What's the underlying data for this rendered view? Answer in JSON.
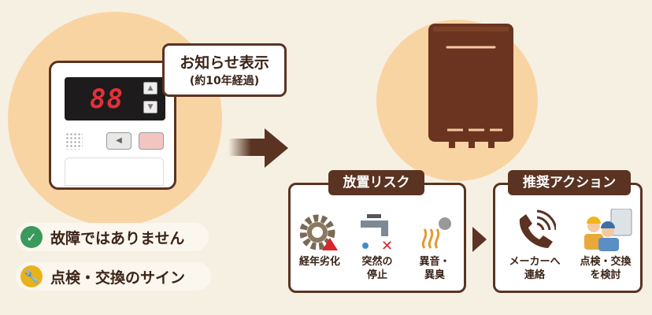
{
  "remote": {
    "display": "88",
    "bubble_title": "お知らせ表示",
    "bubble_sub": "(約10年経過)"
  },
  "status": [
    {
      "icon": "check-icon",
      "label": "故障ではありません",
      "color": "#3a9a5c"
    },
    {
      "icon": "wrench-icon",
      "label": "点検・交換のサイン",
      "color": "#e9b21c"
    }
  ],
  "risk": {
    "title": "放置リスク",
    "items": [
      {
        "icon": "gear-warning-icon",
        "label": "経年劣化"
      },
      {
        "icon": "faucet-icon",
        "label": "突然の停止",
        "l1": "突然の",
        "l2": "停止"
      },
      {
        "icon": "smoke-icon",
        "l1": "異音・",
        "l2": "異臭"
      }
    ]
  },
  "action": {
    "title": "推奨アクション",
    "items": [
      {
        "icon": "phone-icon",
        "l1": "メーカーへ",
        "l2": "連絡"
      },
      {
        "icon": "workers-icon",
        "l1": "点検・交換",
        "l2": "を検討"
      }
    ]
  },
  "colors": {
    "brown": "#5a3322",
    "orange": "#f9d4a3",
    "bg": "#f6f0e3"
  }
}
